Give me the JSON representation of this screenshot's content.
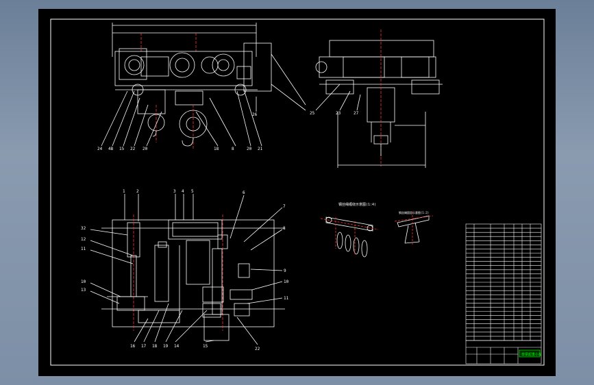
{
  "drawing": {
    "background": "#000000",
    "frame_color": "#ffffff",
    "line_color": "#ffffff",
    "centerline_color": "#ff3030",
    "dimension_color": "#ffffff",
    "highlight_color": "#00ff00"
  },
  "front_view": {
    "balloons_bottom": [
      "24",
      "4B",
      "15",
      "22",
      "20",
      "18",
      "8",
      "20",
      "21"
    ],
    "balloon_right": "26"
  },
  "side_view": {
    "balloons": [
      "25",
      "23",
      "27"
    ]
  },
  "plan_view": {
    "balloons_top": [
      "1",
      "2",
      "3",
      "4",
      "5",
      "6",
      "7",
      "8"
    ],
    "balloons_left": [
      "32",
      "12",
      "11",
      "10",
      "13"
    ],
    "balloons_right": [
      "9",
      "10",
      "11"
    ],
    "balloons_bottom": [
      "16",
      "17",
      "18",
      "19",
      "14",
      "15",
      "22"
    ]
  },
  "detail_a": {
    "caption": "钢丝绳缠绕示意图(1:4)"
  },
  "detail_b": {
    "caption": "钢丝绳固定示意图(1:2)"
  },
  "title_block": {
    "stamp_text": "单梁起重小车"
  }
}
